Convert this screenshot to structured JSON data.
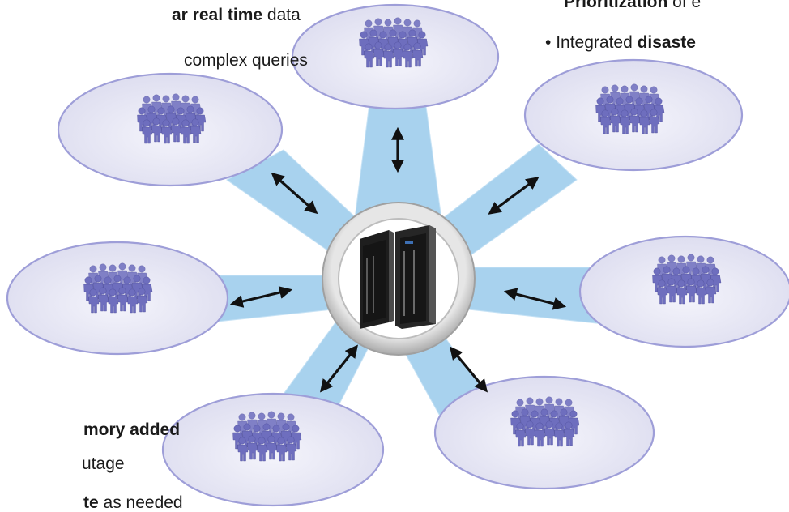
{
  "text_fragments": {
    "top_left_1": {
      "bold": "ar real time",
      "normal": " data"
    },
    "top_left_2": {
      "normal": "complex queries"
    },
    "top_right_1": {
      "bullet": "",
      "bold": "Prioritization",
      "normal": " of e"
    },
    "top_right_2": {
      "bullet": "• ",
      "normal": "Integrated ",
      "bold": "disaste"
    },
    "bottom_left_1": {
      "bold": "mory added"
    },
    "bottom_left_2": {
      "normal": "utage"
    },
    "bottom_left_3": {
      "bold": "te",
      "normal": " as needed"
    }
  },
  "diagram": {
    "hub": {
      "icon": "mainframe-server-icon"
    },
    "spoke_icon": "user-group-icon",
    "colors": {
      "beam": "#a8d2ee",
      "ellipse_fill": "#e3e3f3",
      "ellipse_stroke": "#9e9ed8",
      "people": "#6e6ebe",
      "hub_ring": "#c8c8c8",
      "arrow": "#111111"
    }
  }
}
